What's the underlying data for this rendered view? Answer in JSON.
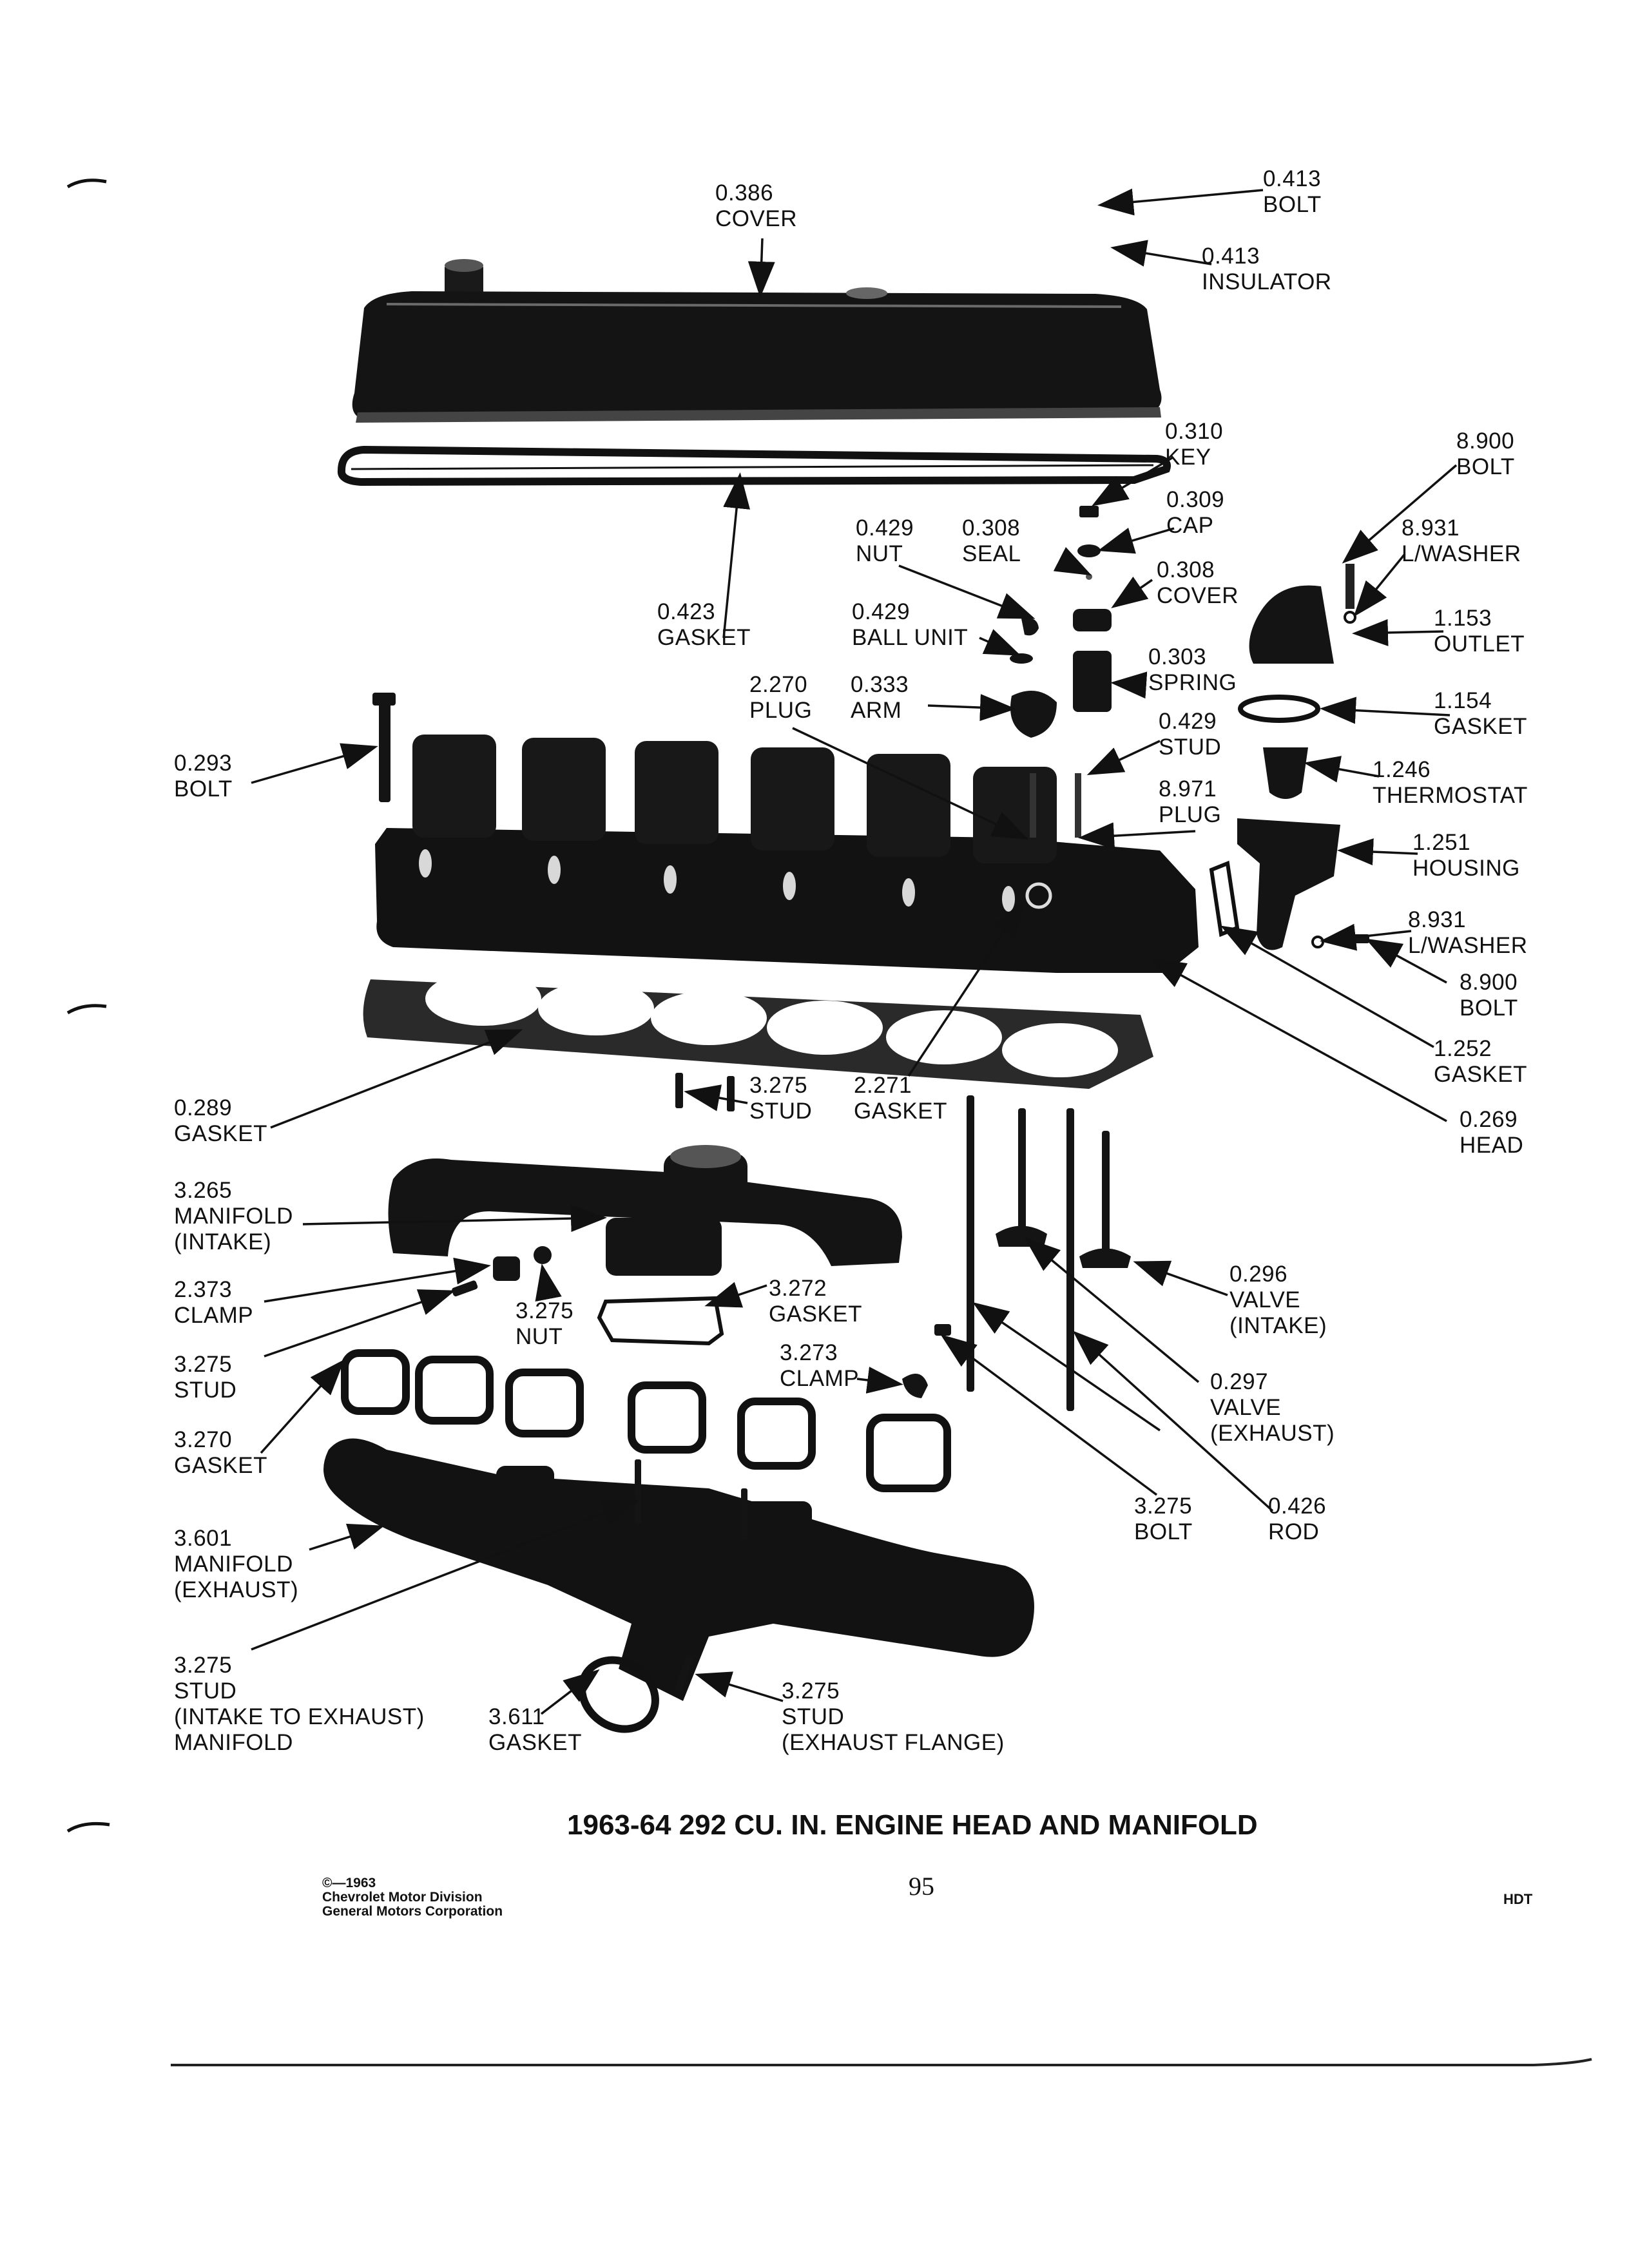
{
  "title": "1963-64 292 CU. IN. ENGINE HEAD AND MANIFOLD",
  "page_number": "95",
  "copyright": [
    "©—1963",
    "Chevrolet Motor Division",
    "General Motors Corporation"
  ],
  "corner_code": "HDT",
  "callouts": [
    {
      "code": "0.386",
      "lines": [
        "COVER"
      ]
    },
    {
      "code": "0.413",
      "lines": [
        "BOLT"
      ]
    },
    {
      "code": "0.413",
      "lines": [
        "INSULATOR"
      ]
    },
    {
      "code": "0.310",
      "lines": [
        "KEY"
      ]
    },
    {
      "code": "8.900",
      "lines": [
        "BOLT"
      ]
    },
    {
      "code": "0.309",
      "lines": [
        "CAP"
      ]
    },
    {
      "code": "8.931",
      "lines": [
        "L/WASHER"
      ]
    },
    {
      "code": "0.429",
      "lines": [
        "NUT"
      ]
    },
    {
      "code": "0.308",
      "lines": [
        "SEAL"
      ]
    },
    {
      "code": "0.308",
      "lines": [
        "COVER"
      ]
    },
    {
      "code": "1.153",
      "lines": [
        "OUTLET"
      ]
    },
    {
      "code": "0.423",
      "lines": [
        "GASKET"
      ]
    },
    {
      "code": "0.429",
      "lines": [
        "BALL UNIT"
      ]
    },
    {
      "code": "0.303",
      "lines": [
        "SPRING"
      ]
    },
    {
      "code": "2.270",
      "lines": [
        "PLUG"
      ]
    },
    {
      "code": "0.333",
      "lines": [
        "ARM"
      ]
    },
    {
      "code": "1.154",
      "lines": [
        "GASKET"
      ]
    },
    {
      "code": "0.429",
      "lines": [
        "STUD"
      ]
    },
    {
      "code": "1.246",
      "lines": [
        "THERMOSTAT"
      ]
    },
    {
      "code": "0.293",
      "lines": [
        "BOLT"
      ]
    },
    {
      "code": "8.971",
      "lines": [
        "PLUG"
      ]
    },
    {
      "code": "1.251",
      "lines": [
        "HOUSING"
      ]
    },
    {
      "code": "8.931",
      "lines": [
        "L/WASHER"
      ]
    },
    {
      "code": "8.900",
      "lines": [
        "BOLT"
      ]
    },
    {
      "code": "1.252",
      "lines": [
        "GASKET"
      ]
    },
    {
      "code": "0.269",
      "lines": [
        "HEAD"
      ]
    },
    {
      "code": "0.289",
      "lines": [
        "GASKET"
      ]
    },
    {
      "code": "3.275",
      "lines": [
        "STUD"
      ]
    },
    {
      "code": "2.271",
      "lines": [
        "GASKET"
      ]
    },
    {
      "code": "3.265",
      "lines": [
        "MANIFOLD",
        "(INTAKE)"
      ]
    },
    {
      "code": "2.373",
      "lines": [
        "CLAMP"
      ]
    },
    {
      "code": "3.275",
      "lines": [
        "NUT"
      ]
    },
    {
      "code": "3.272",
      "lines": [
        "GASKET"
      ]
    },
    {
      "code": "0.296",
      "lines": [
        "VALVE",
        "(INTAKE)"
      ]
    },
    {
      "code": "3.275",
      "lines": [
        "STUD"
      ]
    },
    {
      "code": "3.273",
      "lines": [
        "CLAMP"
      ]
    },
    {
      "code": "0.297",
      "lines": [
        "VALVE",
        "(EXHAUST)"
      ]
    },
    {
      "code": "3.270",
      "lines": [
        "GASKET"
      ]
    },
    {
      "code": "3.275",
      "lines": [
        "BOLT"
      ]
    },
    {
      "code": "0.426",
      "lines": [
        "ROD"
      ]
    },
    {
      "code": "3.601",
      "lines": [
        "MANIFOLD",
        "(EXHAUST)"
      ]
    },
    {
      "code": "3.275",
      "lines": [
        "STUD",
        "(INTAKE TO EXHAUST)",
        "MANIFOLD"
      ]
    },
    {
      "code": "3.611",
      "lines": [
        "GASKET"
      ]
    },
    {
      "code": "3.275",
      "lines": [
        "STUD",
        "(EXHAUST FLANGE)"
      ]
    }
  ]
}
